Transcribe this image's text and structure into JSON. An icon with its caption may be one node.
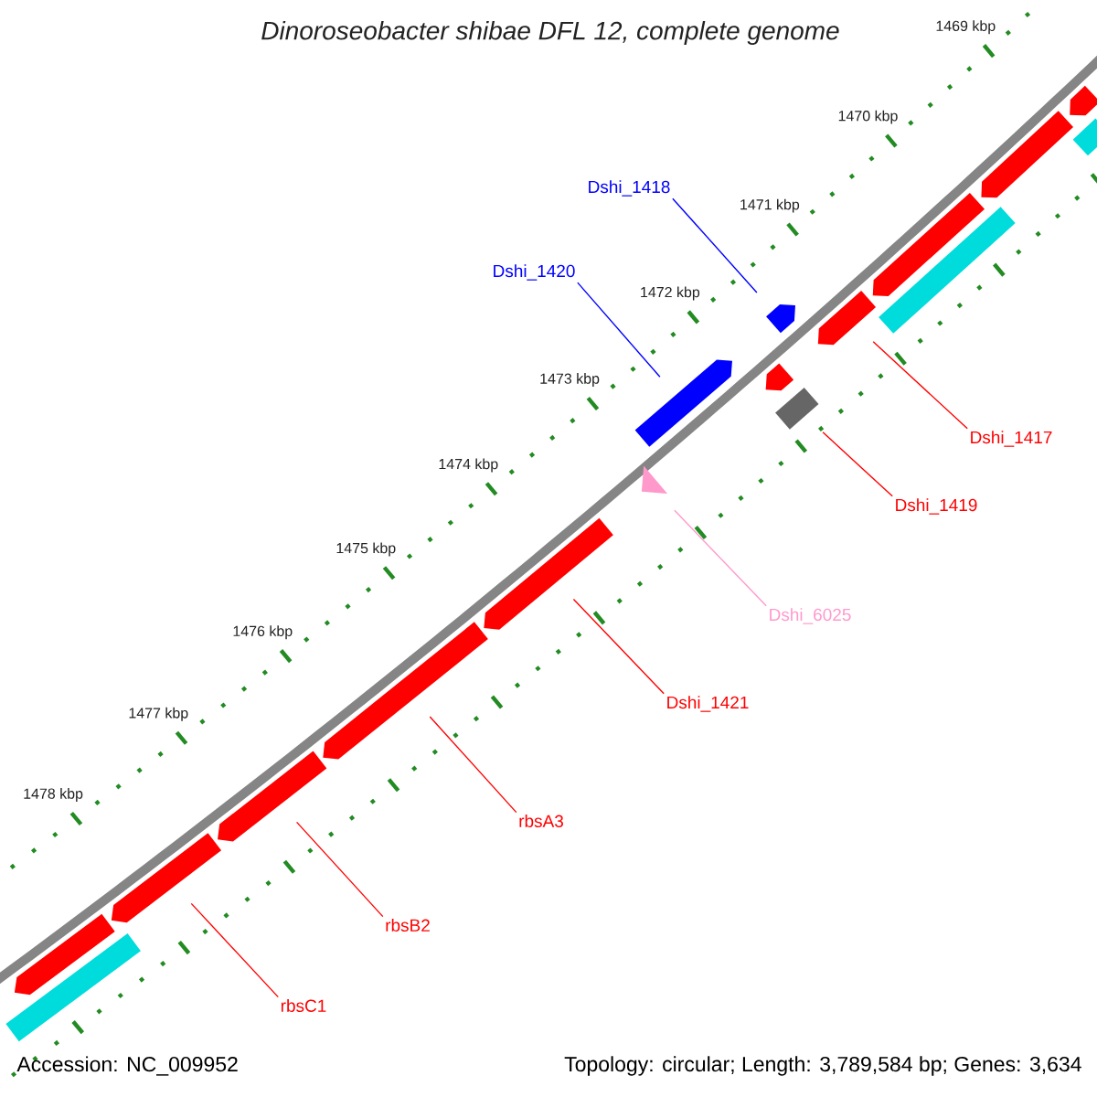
{
  "diagram": {
    "title": "Dinoroseobacter shibae DFL 12, complete genome",
    "nodes": [
      {
        "text": [
          "Dshi_1418"
        ]
      },
      {
        "text": [],
        "shape": "arrow"
      },
      {
        "text": [
          "Dshi_1420"
        ]
      },
      {
        "text": [],
        "shape": "arrow"
      },
      {
        "text": [
          "Dshi_1417"
        ]
      },
      {
        "text": [],
        "shape": "arrow"
      },
      {
        "text": [
          "Dshi_1419"
        ]
      },
      {
        "text": [],
        "shape": "arrow"
      },
      {
        "text": [
          "Dshi_6025"
        ]
      },
      {
        "text": [],
        "shape": "triangle"
      },
      {
        "text": [
          "Dshi_1421"
        ]
      },
      {
        "text": [],
        "shape": "arrow"
      },
      {
        "text": [
          "rbsA3"
        ]
      },
      {
        "text": [],
        "shape": "arrow"
      },
      {
        "text": [
          "rbsB2"
        ]
      },
      {
        "text": [],
        "shape": "arrow"
      },
      {
        "text": [
          "rbsC1"
        ]
      },
      {
        "text": [],
        "shape": "arrow"
      },
      {
        "text": [],
        "shape": "arrow"
      },
      {
        "text": [],
        "shape": "bar"
      },
      {
        "text": [],
        "shape": "box"
      },
      {
        "text": [],
        "shape": "bar"
      },
      {
        "text": [],
        "shape": "arrow"
      },
      {
        "text": [],
        "shape": "arrow"
      },
      {
        "text": [],
        "shape": "arrow"
      },
      {
        "text": [],
        "shape": "bar"
      }
    ],
    "edges": [
      {
        "from": 0,
        "to": 1,
        "arrow": "none",
        "color": "#0000ff"
      },
      {
        "from": 2,
        "to": 3,
        "arrow": "none",
        "color": "#0000ff"
      },
      {
        "from": 4,
        "to": 5,
        "arrow": "none"
      },
      {
        "from": 6,
        "to": 20,
        "arrow": "none"
      },
      {
        "from": 8,
        "to": 9,
        "arrow": "none",
        "color": "#ff99cc"
      },
      {
        "from": 10,
        "to": 11,
        "arrow": "none"
      },
      {
        "from": 12,
        "to": 13,
        "arrow": "none"
      },
      {
        "from": 14,
        "to": 15,
        "arrow": "none"
      },
      {
        "from": 16,
        "to": 17,
        "arrow": "none"
      }
    ],
    "labels": [
      "1469 kbp",
      "1470 kbp",
      "1471 kbp",
      "1472 kbp",
      "1473 kbp",
      "1474 kbp",
      "1475 kbp",
      "1476 kbp",
      "1477 kbp",
      "1478 kbp",
      "Accession: NC_009952",
      "Topology: circular; Length: 3,789,584 bp; Genes: 3,634"
    ]
  }
}
